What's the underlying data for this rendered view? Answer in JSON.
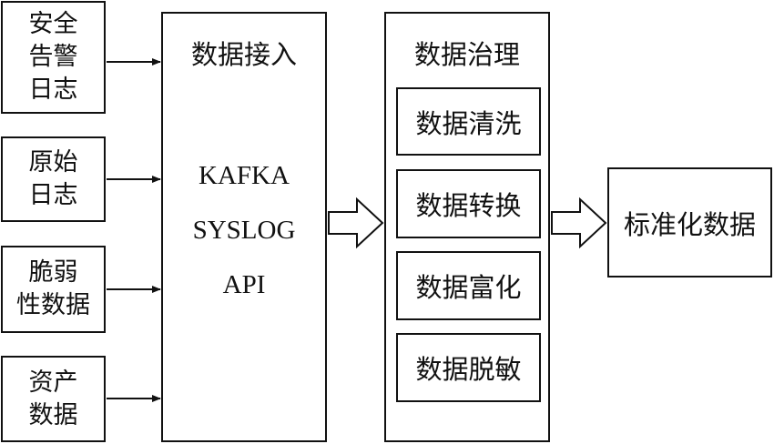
{
  "sources": [
    {
      "lines": [
        "安全",
        "告警",
        "日志"
      ]
    },
    {
      "lines": [
        "原始",
        "日志"
      ]
    },
    {
      "lines": [
        "脆弱",
        "性数据"
      ]
    },
    {
      "lines": [
        "资产",
        "数据"
      ]
    }
  ],
  "ingest": {
    "title": "数据接入",
    "items": [
      "KAFKA",
      "SYSLOG",
      "API"
    ]
  },
  "governance": {
    "title": "数据治理",
    "steps": [
      "数据清洗",
      "数据转换",
      "数据富化",
      "数据脱敏"
    ]
  },
  "output": {
    "label": "标准化数据"
  }
}
